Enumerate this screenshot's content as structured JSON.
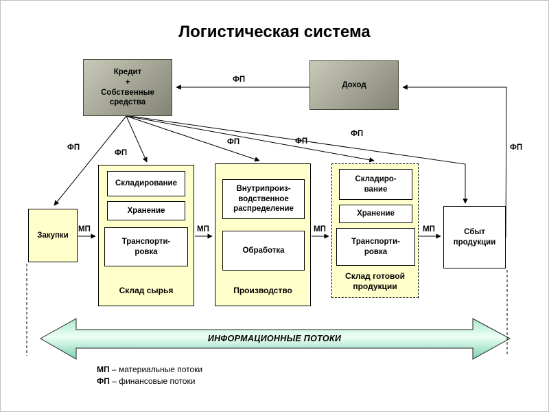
{
  "title": "Логистическая система",
  "labels": {
    "fp": "ФП",
    "mp": "МП"
  },
  "boxes": {
    "credit": "Кредит\n+\nСобственные\nсредства",
    "income": "Доход",
    "purchases": "Закупки",
    "sales": "Сбыт\nпродукции"
  },
  "groups": {
    "raw_warehouse": {
      "title": "Склад сырья",
      "items": [
        "Складирование",
        "Хранение",
        "Транспорти-\nровка"
      ]
    },
    "production": {
      "title": "Производство",
      "items": [
        "Внутрипроиз-\nводственное\nраспределение",
        "Обработка"
      ]
    },
    "finished_warehouse": {
      "title": "Склад готовой\nпродукции",
      "items": [
        "Складиро-\nвание",
        "Хранение",
        "Транспорти-\nровка"
      ]
    }
  },
  "info_flow": "ИНФОРМАЦИОННЫЕ ПОТОКИ",
  "legend": {
    "mp_term": "МП",
    "mp_desc": " – материальные потоки",
    "fp_term": "ФП",
    "fp_desc": " – финансовые потоки"
  },
  "colors": {
    "box_yellow": "#FFFFCC",
    "box_gray": "#A3A393",
    "info_arrow_light": "#EFFFF4",
    "info_arrow_green": "#7FD4B6",
    "line": "#000000"
  }
}
